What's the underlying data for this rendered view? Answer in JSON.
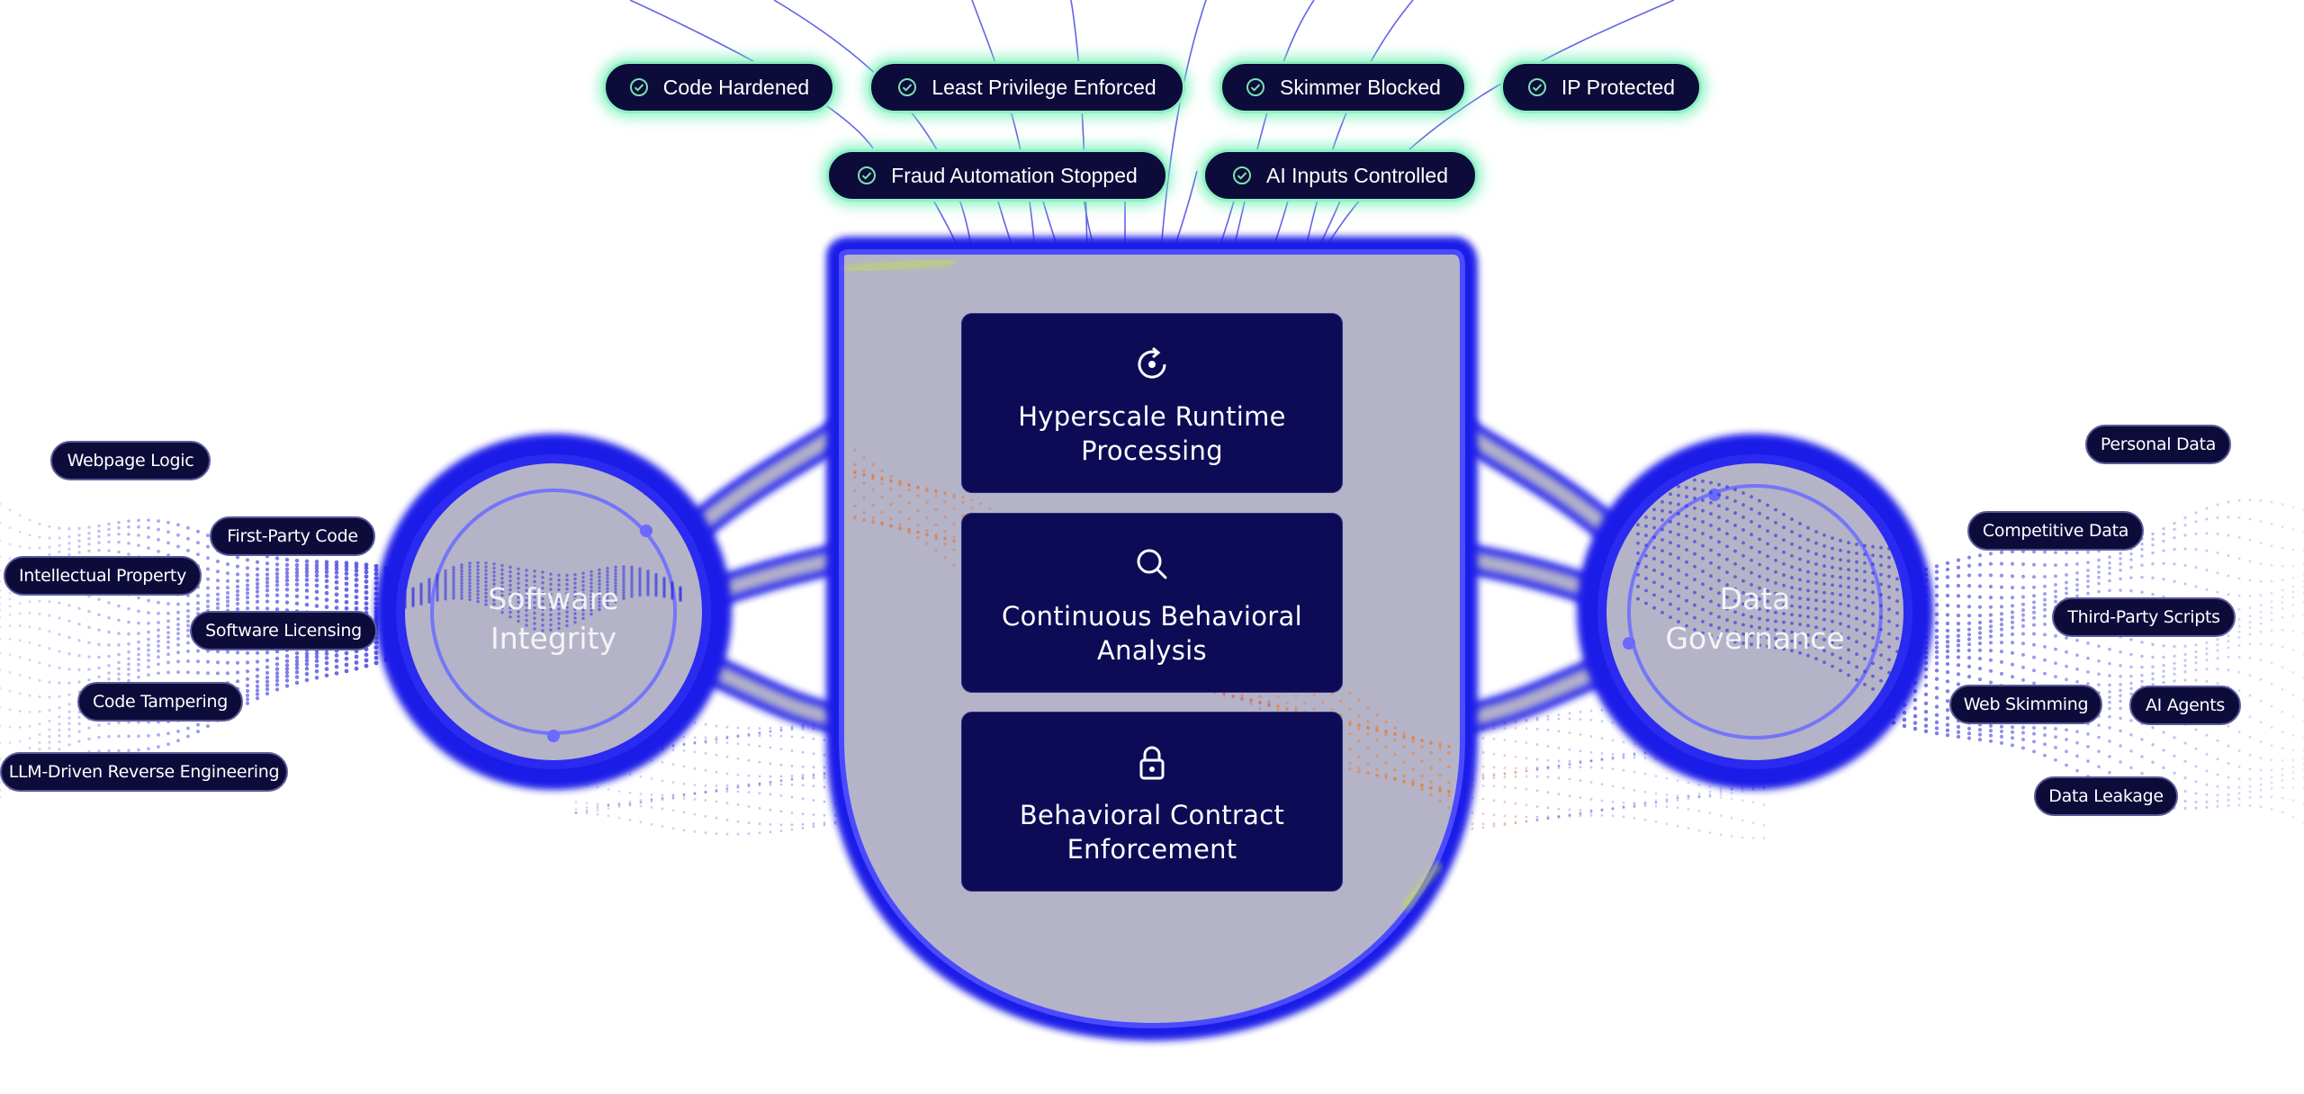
{
  "outcomes": [
    {
      "label": "Code Hardened"
    },
    {
      "label": "Least Privilege Enforced"
    },
    {
      "label": "Skimmer Blocked"
    },
    {
      "label": "IP Protected"
    },
    {
      "label": "Fraud Automation Stopped"
    },
    {
      "label": "AI Inputs Controlled"
    }
  ],
  "features": [
    {
      "title": "Hyperscale Runtime\nProcessing",
      "icon": "refresh-icon"
    },
    {
      "title": "Continuous Behavioral\nAnalysis",
      "icon": "search-icon"
    },
    {
      "title": "Behavioral Contract\nEnforcement",
      "icon": "lock-icon"
    }
  ],
  "hubs": {
    "left": "Software\nIntegrity",
    "right": "Data\nGovernance"
  },
  "left_threats": [
    {
      "label": "Webpage Logic"
    },
    {
      "label": "First-Party Code"
    },
    {
      "label": "Intellectual Property"
    },
    {
      "label": "Software Licensing"
    },
    {
      "label": "Code Tampering"
    },
    {
      "label": "LLM-Driven Reverse Engineering"
    }
  ],
  "right_threats": [
    {
      "label": "Personal Data"
    },
    {
      "label": "Competitive Data"
    },
    {
      "label": "Third-Party Scripts"
    },
    {
      "label": "Web Skimming"
    },
    {
      "label": "AI Agents"
    },
    {
      "label": "Data Leakage"
    }
  ],
  "colors": {
    "tube": "#1a1ae8",
    "panel": "#b4b3c8",
    "card": "#0e0b56",
    "pill": "#0c0b3a",
    "glow": "#8ef0c4",
    "accent_orange": "#f07a20",
    "accent_yellow": "#c8e640"
  }
}
